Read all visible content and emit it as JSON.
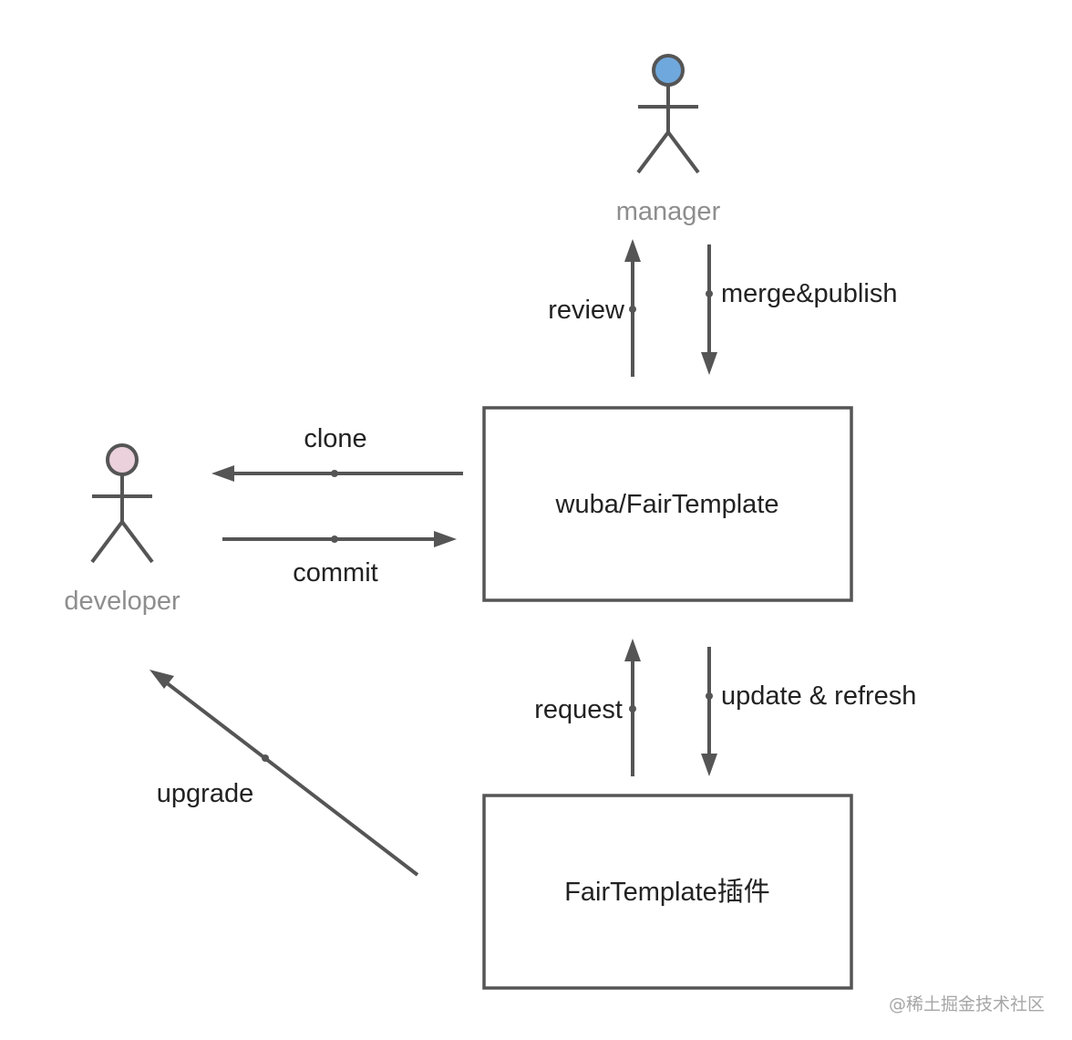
{
  "actors": {
    "manager": {
      "label": "manager",
      "head_color": "#6fa8dc"
    },
    "developer": {
      "label": "developer",
      "head_color": "#ead1dc"
    }
  },
  "nodes": {
    "repo": {
      "label": "wuba/FairTemplate"
    },
    "plugin": {
      "label": "FairTemplate插件"
    }
  },
  "edges": {
    "review": "review",
    "merge_publish": "merge&publish",
    "clone": "clone",
    "commit": "commit",
    "request": "request",
    "update_refresh": "update & refresh",
    "upgrade": "upgrade"
  },
  "colors": {
    "line": "#555555",
    "label": "#222222",
    "actor_label": "#8e8e8e"
  },
  "watermark": "@稀土掘金技术社区"
}
